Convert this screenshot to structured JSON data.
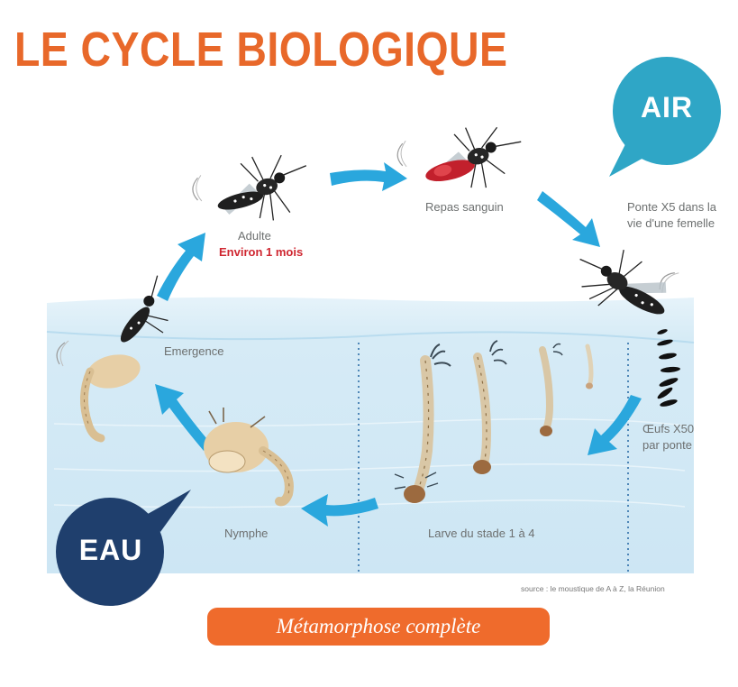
{
  "title": "LE CYCLE BIOLOGIQUE",
  "zones": {
    "air": "AIR",
    "water": "EAU"
  },
  "stages": {
    "adult": "Adulte",
    "adult_duration": "Environ 1 mois",
    "blood_meal": "Repas sanguin",
    "laying_line1": "Ponte X5 dans la",
    "laying_line2": "vie d'une femelle",
    "eggs_line1": "Œufs X50",
    "eggs_line2": "par ponte",
    "larva": "Larve du stade 1 à 4",
    "pupa": "Nymphe",
    "emergence": "Emergence"
  },
  "source": "source : le moustique de A à Z, la Réunion",
  "banner": "Métamorphose complète",
  "colors": {
    "title_orange": "#e8682a",
    "arrow_blue": "#2aa7dd",
    "air_bubble": "#2fa6c6",
    "eau_bubble": "#1f3f6d",
    "water_light": "#dbeef8",
    "banner_orange": "#ef6b2c",
    "duration_red": "#cf2630"
  }
}
